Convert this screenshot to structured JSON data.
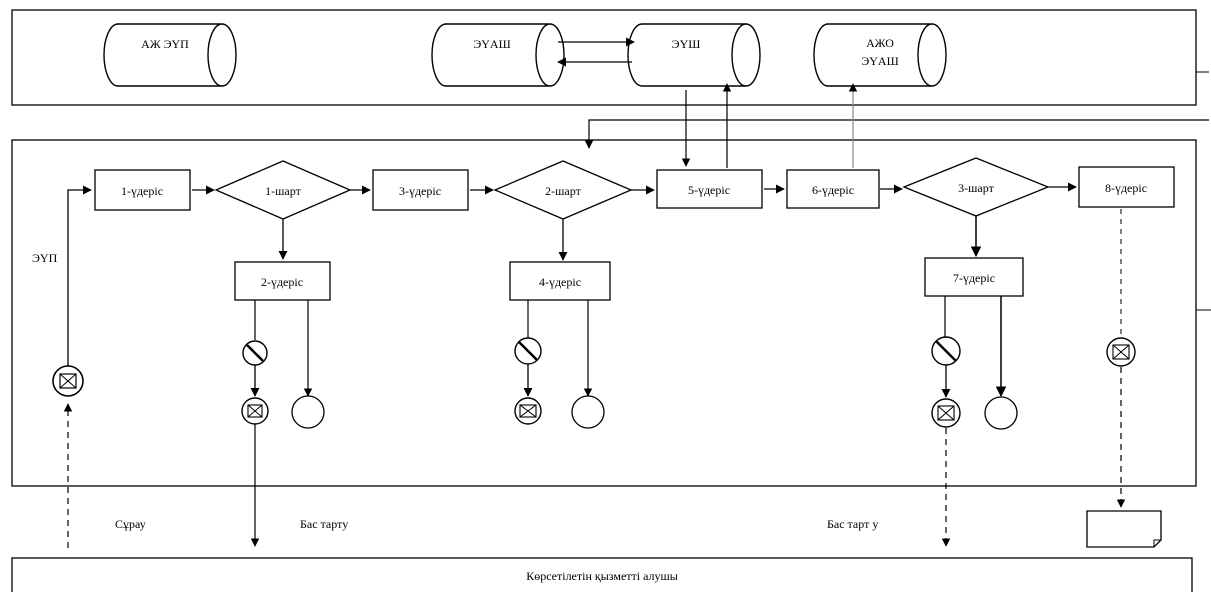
{
  "systems": {
    "s1": "АЖ ЭҮП",
    "s2": "ЭҮАШ",
    "s3": "ЭҮШ",
    "s4_line1": "АЖО",
    "s4_line2": "ЭҮАШ"
  },
  "lane_label": "ЭҮП",
  "steps": {
    "st1": "1-үдеріс",
    "st2": "2-үдеріс",
    "st3": "3-үдеріс",
    "st4": "4-үдеріс",
    "st5": "5-үдеріс",
    "st6": "6-үдеріс",
    "st7": "7-үдеріс",
    "st8": "8-үдеріс"
  },
  "conditions": {
    "c1": "1-шарт",
    "c2": "2-шарт",
    "c3": "3-шарт"
  },
  "notes": {
    "request": "Сұрау",
    "refusal1": "Бас тарту",
    "refusal2": "Бас тарт у"
  },
  "footer": "Көрсетілетін қызметті алушы"
}
